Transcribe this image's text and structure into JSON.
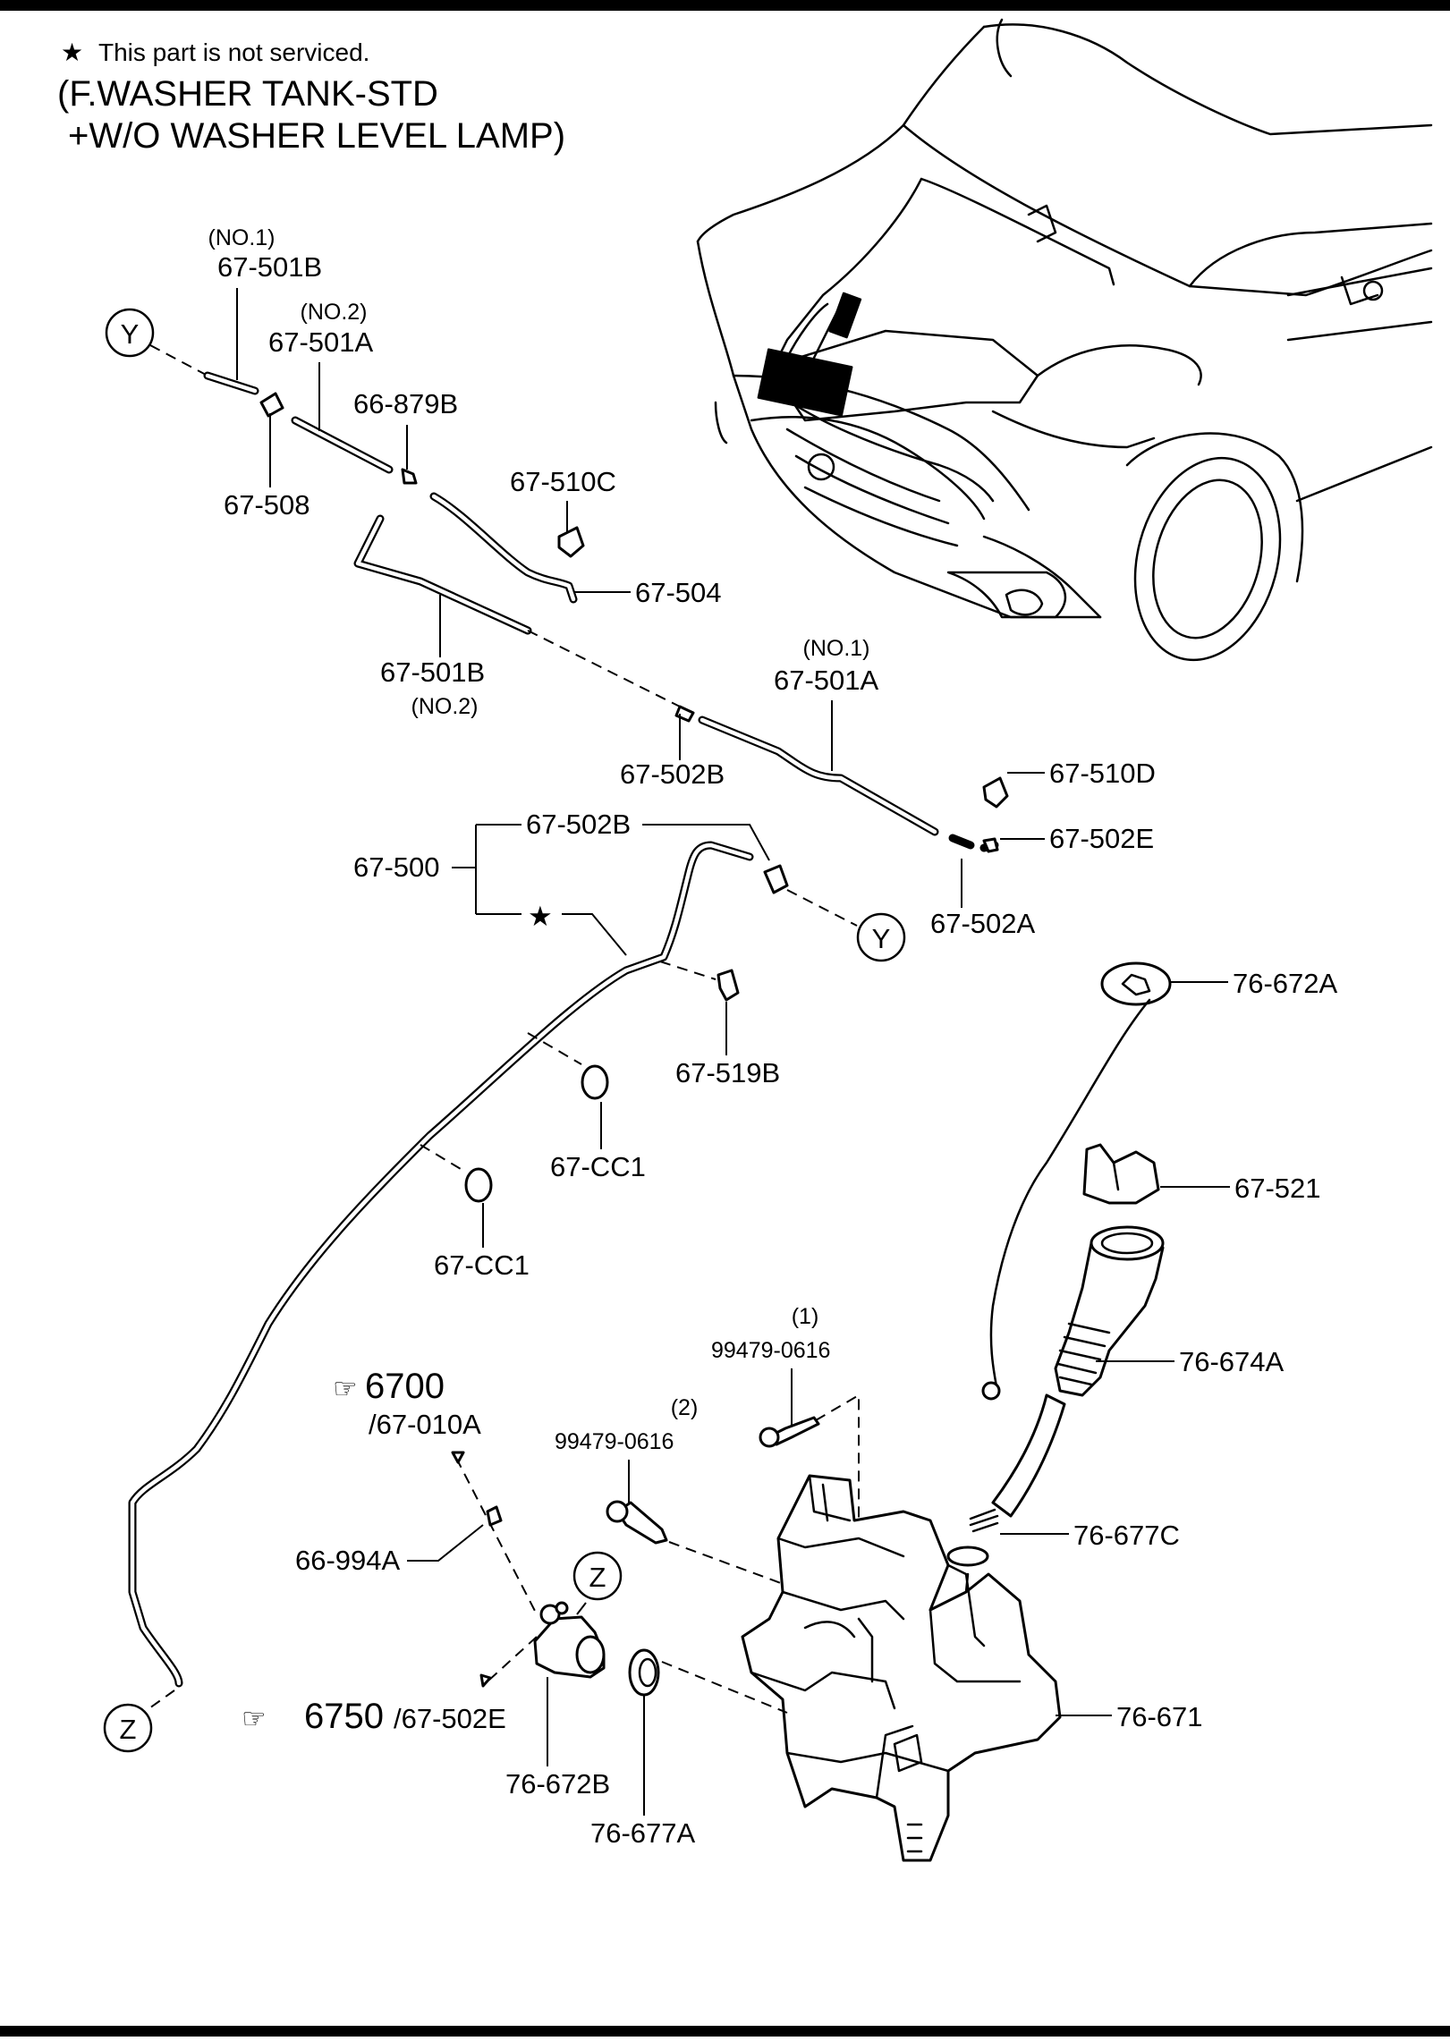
{
  "header": {
    "star_note": "This part is not serviced.",
    "title_line1": "(F.WASHER TANK-STD",
    "title_line2": "+W/O WASHER LEVEL LAMP)"
  },
  "symbols": {
    "star": "★",
    "ref_y": "Y",
    "ref_z": "Z",
    "pointer_icon": "☞"
  },
  "parts": {
    "p_67_501B_no1": {
      "number": "67-501B",
      "sub": "(NO.1)"
    },
    "p_67_501A_no2": {
      "number": "67-501A",
      "sub": "(NO.2)"
    },
    "p_66_879B": {
      "number": "66-879B"
    },
    "p_67_508": {
      "number": "67-508"
    },
    "p_67_510C": {
      "number": "67-510C"
    },
    "p_67_504": {
      "number": "67-504"
    },
    "p_67_501B_no2": {
      "number": "67-501B",
      "sub": "(NO.2)"
    },
    "p_67_501A_no1": {
      "number": "67-501A",
      "sub": "(NO.1)"
    },
    "p_67_502B_a": {
      "number": "67-502B"
    },
    "p_67_510D": {
      "number": "67-510D"
    },
    "p_67_502E": {
      "number": "67-502E"
    },
    "p_67_502A": {
      "number": "67-502A"
    },
    "p_67_500": {
      "number": "67-500"
    },
    "p_67_502B_b": {
      "number": "67-502B"
    },
    "p_67_519B": {
      "number": "67-519B"
    },
    "p_67_CC1_a": {
      "number": "67-CC1"
    },
    "p_67_CC1_b": {
      "number": "67-CC1"
    },
    "p_76_672A": {
      "number": "76-672A"
    },
    "p_67_521": {
      "number": "67-521"
    },
    "p_76_674A": {
      "number": "76-674A"
    },
    "p_99479_1": {
      "number": "99479-0616",
      "sub": "(1)"
    },
    "p_99479_2": {
      "number": "99479-0616",
      "sub": "(2)"
    },
    "p_76_677C": {
      "number": "76-677C"
    },
    "p_66_994A": {
      "number": "66-994A"
    },
    "p_76_671": {
      "number": "76-671"
    },
    "p_76_672B": {
      "number": "76-672B"
    },
    "p_76_677A": {
      "number": "76-677A"
    }
  },
  "references": {
    "ref_6700": {
      "section": "6700",
      "part": "/67-010A"
    },
    "ref_6750": {
      "section": "6750",
      "part": "/67-502E"
    }
  }
}
